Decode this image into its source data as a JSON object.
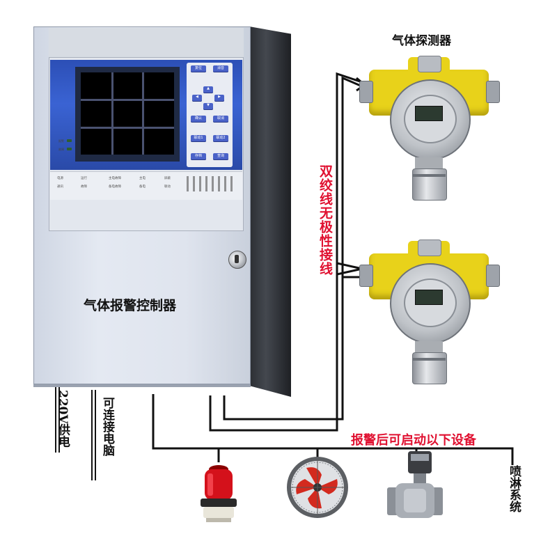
{
  "controller": {
    "label": "气体报警控制器",
    "keys": [
      "复位",
      "消音",
      "▲",
      "◀",
      "▶",
      "▼",
      "确认",
      "取消",
      "联动1",
      "联动2",
      "存档",
      "查询"
    ],
    "status_leds": [
      "报警",
      "故障"
    ],
    "indicators": [
      "电源",
      "运行",
      "主电故障",
      "备电故障",
      "通讯",
      "故障",
      "主电",
      "备电",
      "屏蔽",
      "联动"
    ]
  },
  "detectors": {
    "title": "气体探测器"
  },
  "labels": {
    "twisted_pair": "双绞线无极性接线",
    "power": "220V供电",
    "pc": "可连接电脑",
    "alarm_devices": "报警后可启动以下设备",
    "spray_system": "喷淋系统"
  },
  "colors": {
    "accent_red": "#e01030",
    "panel_blue": "#3a63d3",
    "detector_yellow": "#e8d21a"
  },
  "icons": [
    "alarm-light-icon",
    "exhaust-fan-icon",
    "solenoid-valve-icon"
  ]
}
